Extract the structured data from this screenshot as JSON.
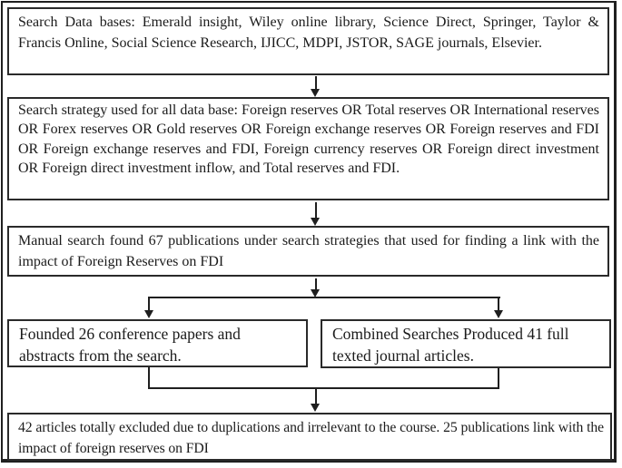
{
  "figure": {
    "type": "flowchart",
    "description": "Literature search and screening flow diagram",
    "colors": {
      "line": "#1f1f1f",
      "box_border": "#2a2a2a",
      "background": "#ffffff",
      "text": "#1b1b1b"
    },
    "nodes": {
      "databases": {
        "text": "Search Data bases: Emerald insight, Wiley online library, Science Direct, Springer, Taylor & Francis Online, Social Science Research, IJICC, MDPI, JSTOR, SAGE journals, Elsevier."
      },
      "strategy": {
        "text": "Search strategy used for all data base: Foreign reserves OR Total reserves OR International reserves OR Forex reserves OR Gold reserves OR Foreign exchange reserves OR Foreign reserves and FDI OR Foreign exchange reserves and FDI, Foreign currency reserves OR Foreign direct investment OR Foreign direct investment inflow, and Total reserves and FDI."
      },
      "manual_search": {
        "text": "Manual search found 67 publications under search strategies that used for finding a link with the impact of Foreign Reserves on FDI"
      },
      "conference_papers": {
        "text": "Founded 26 conference papers and abstracts from the search."
      },
      "journal_articles": {
        "text": "Combined Searches Produced 41 full texted journal articles."
      },
      "excluded": {
        "text": "42 articles totally excluded due to duplications and irrelevant to the course. 25 publications link with the impact of foreign reserves on FDI"
      }
    },
    "edges": [
      {
        "from": "databases",
        "to": "strategy"
      },
      {
        "from": "strategy",
        "to": "manual_search"
      },
      {
        "from": "manual_search",
        "to": "conference_papers"
      },
      {
        "from": "manual_search",
        "to": "journal_articles"
      },
      {
        "from": "conference_papers",
        "to": "excluded"
      },
      {
        "from": "journal_articles",
        "to": "excluded"
      }
    ]
  }
}
